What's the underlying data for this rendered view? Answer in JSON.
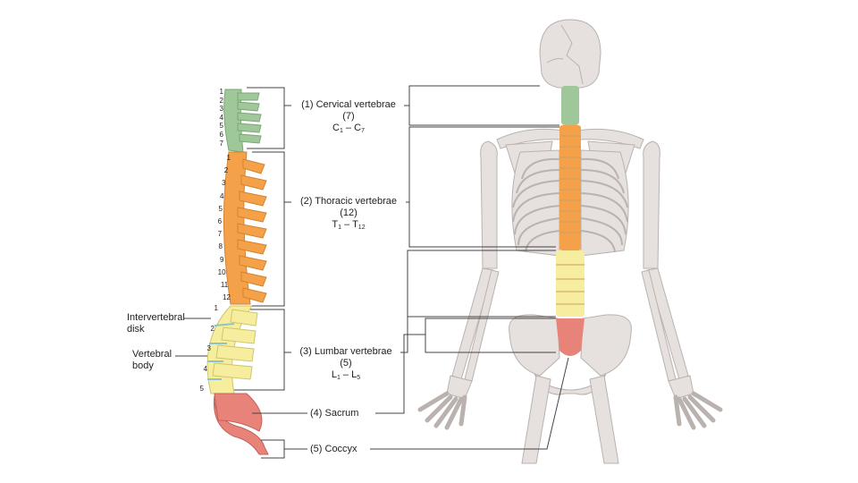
{
  "regions": [
    {
      "key": "cervical",
      "name": "(1) Cervical vertebrae",
      "count": "(7)",
      "range_start": "C",
      "range_start_sub": "1",
      "dash": " – ",
      "range_end": "C",
      "range_end_sub": "7",
      "color": "#9fc79a"
    },
    {
      "key": "thoracic",
      "name": "(2) Thoracic vertebrae",
      "count": "(12)",
      "range_start": "T",
      "range_start_sub": "1",
      "dash": " – ",
      "range_end": "T",
      "range_end_sub": "12",
      "color": "#f4a14a"
    },
    {
      "key": "lumbar",
      "name": "(3) Lumbar vertebrae",
      "count": "(5)",
      "range_start": "L",
      "range_start_sub": "1",
      "dash": " – ",
      "range_end": "L",
      "range_end_sub": "5",
      "color": "#f6ee9e"
    },
    {
      "key": "sacrum",
      "name": "(4) Sacrum",
      "color": "#e8837a"
    },
    {
      "key": "coccyx",
      "name": "(5) Coccyx",
      "color": "#e8837a"
    }
  ],
  "side_labels": {
    "intervertebral_disk": "Intervertebral disk",
    "vertebral_body": "Vertebral body"
  },
  "vertebra_numbers": {
    "cervical": [
      "1",
      "2",
      "3",
      "4",
      "5",
      "6",
      "7"
    ],
    "thoracic": [
      "1",
      "2",
      "3",
      "4",
      "5",
      "6",
      "7",
      "8",
      "9",
      "10",
      "11",
      "12"
    ],
    "lumbar": [
      "1",
      "2",
      "3",
      "4",
      "5"
    ]
  },
  "colors": {
    "bone": "#e6e1de",
    "bone_outline": "#b9b2ae",
    "disk": "#8fc3c8",
    "leader_line": "#444444"
  }
}
